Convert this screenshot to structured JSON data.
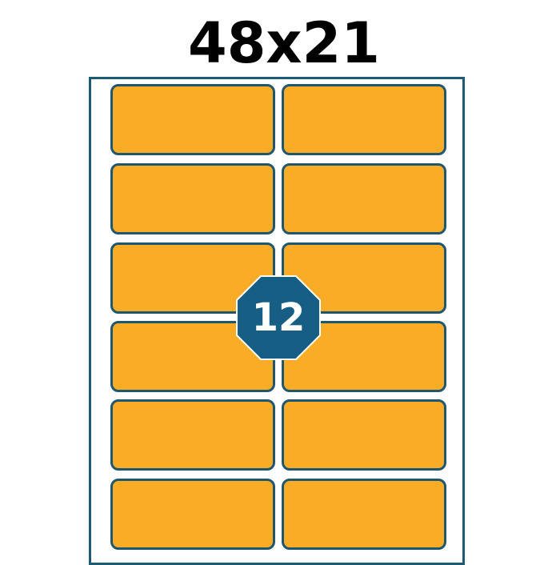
{
  "title": "48x21",
  "label_count_badge": "12",
  "layout": {
    "columns": 2,
    "rows": 6
  },
  "colors": {
    "label_fill": "#f9ac25",
    "outline": "#1d5a73",
    "badge_fill": "#175e85",
    "badge_text": "#ffffff"
  }
}
